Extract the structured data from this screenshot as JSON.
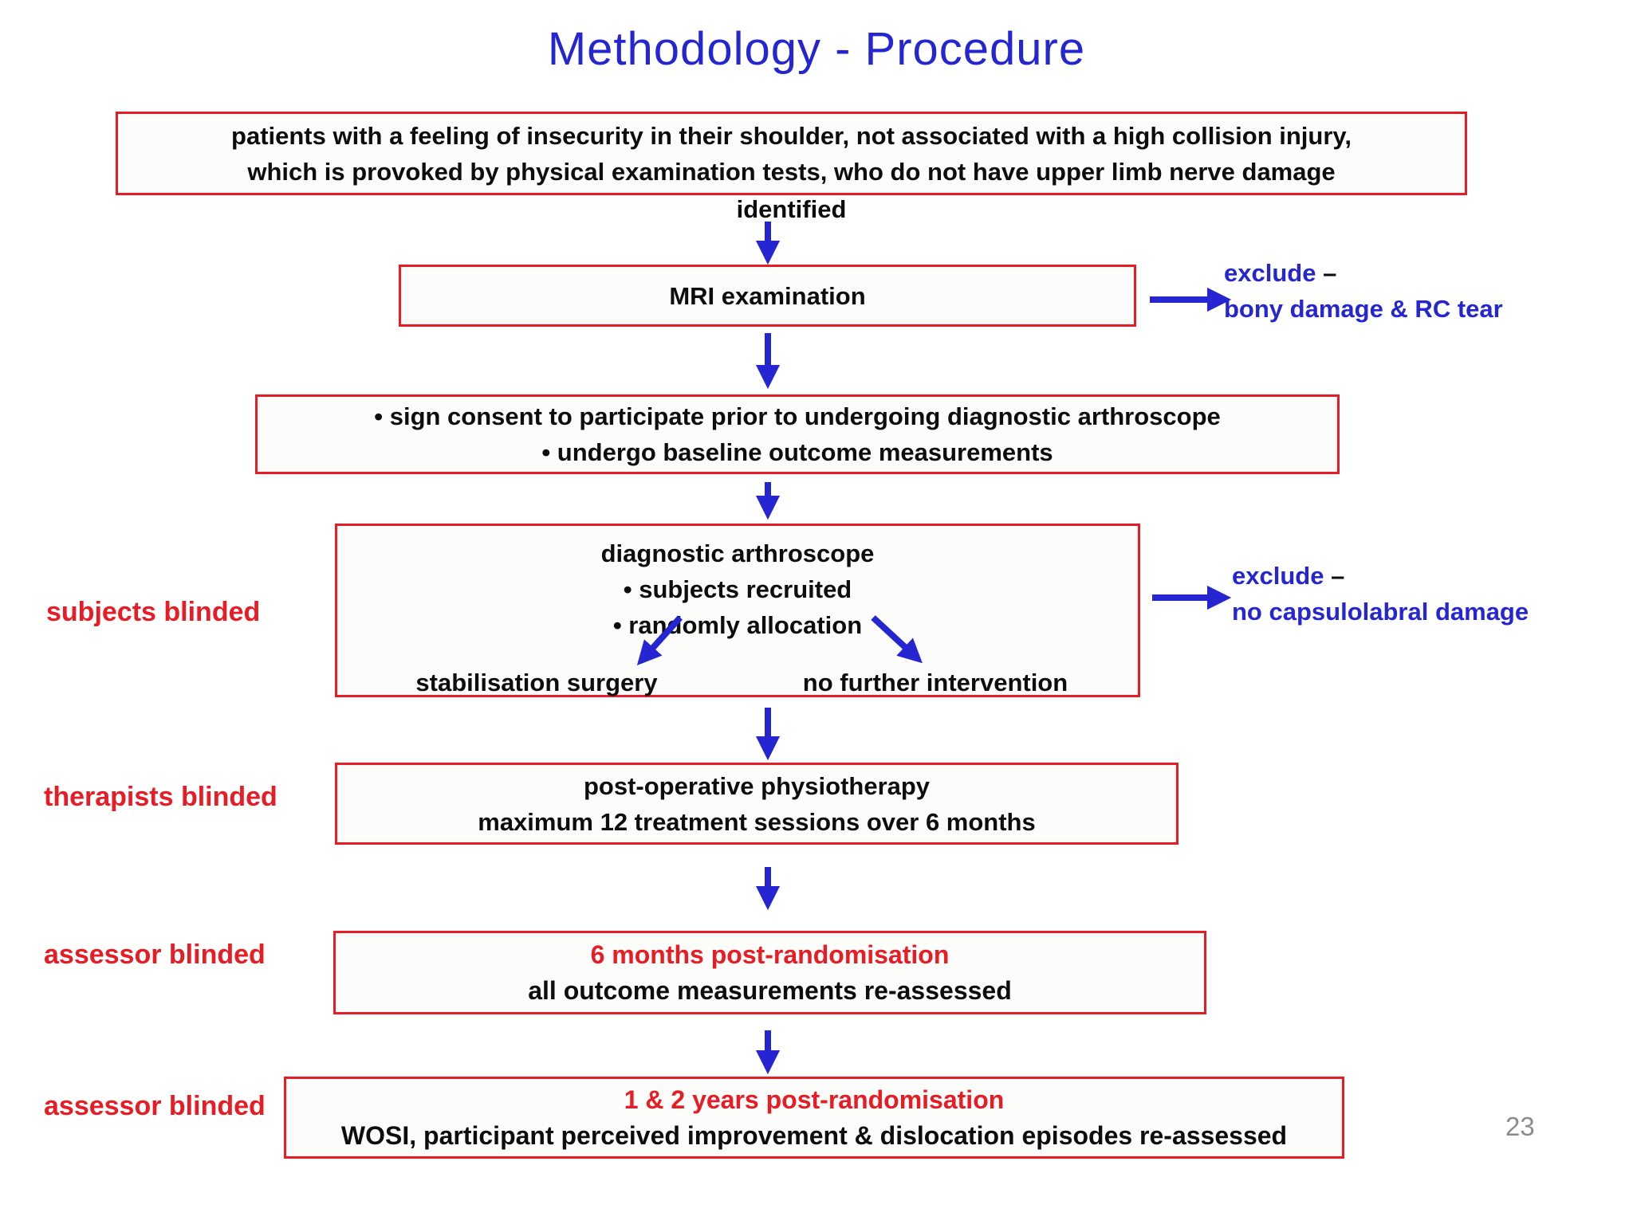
{
  "title": "Methodology - Procedure",
  "page_number": "23",
  "colors": {
    "blue": "#2525d2",
    "red": "#e81c24",
    "black": "#0d0d0d",
    "box_fill": "#fcfcfa",
    "page_gray": "#8b8b90",
    "bg": "#ffffff"
  },
  "side_labels": {
    "subjects": "subjects blinded",
    "therapists": "therapists blinded",
    "assessor_6_months": "assessor blinded",
    "assessor_years": "assessor blinded"
  },
  "flow": {
    "eligibility": {
      "line1": "patients with a feeling of insecurity in their shoulder, not associated with a high collision injury,",
      "line2": "which is provoked by physical examination tests, who do not have upper limb nerve damage",
      "line3": "identified"
    },
    "mri": {
      "label": "MRI examination"
    },
    "exclude_mri": {
      "label": "exclude",
      "dash": "–",
      "detail": "bony damage & RC tear"
    },
    "consent": {
      "line1": "• sign consent to participate prior to undergoing diagnostic arthroscope",
      "line2": "• undergo baseline outcome measurements"
    },
    "arthroscope": {
      "heading": "diagnostic arthroscope",
      "bullet1": "• subjects recruited",
      "bullet2": "• randomly allocation",
      "branch_left": "stabilisation surgery",
      "branch_right": "no further intervention"
    },
    "exclude_arthroscope": {
      "label": "exclude",
      "dash": "–",
      "detail": "no capsulolabral damage"
    },
    "physiotherapy": {
      "line1": "post-operative physiotherapy",
      "line2": "maximum 12 treatment sessions over 6 months"
    },
    "six_months": {
      "line1": "6 months post-randomisation",
      "line2": "all outcome measurements re-assessed"
    },
    "one_two_years": {
      "line1": "1 & 2 years post-randomisation",
      "line2": "WOSI, participant perceived improvement & dislocation episodes re-assessed"
    }
  }
}
